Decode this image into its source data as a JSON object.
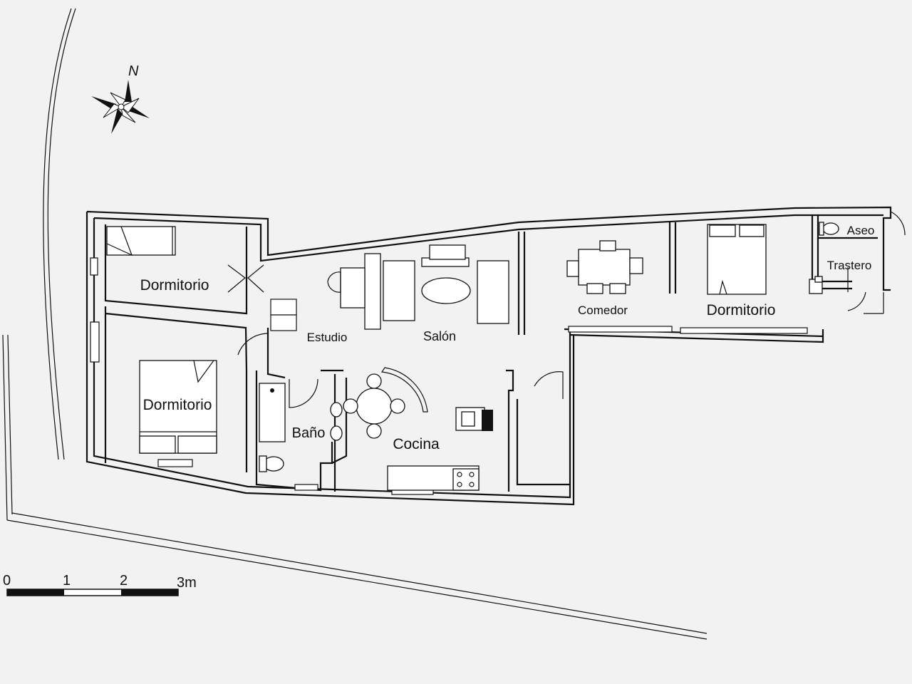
{
  "compass": {
    "north_label": "N"
  },
  "rooms": {
    "dormitorio_1": "Dormitorio",
    "dormitorio_2": "Dormitorio",
    "dormitorio_3": "Dormitorio",
    "estudio": "Estudio",
    "salon": "Salón",
    "comedor": "Comedor",
    "aseo": "Aseo",
    "trastero": "Trastero",
    "bano": "Baño",
    "cocina": "Cocina"
  },
  "scale_bar": {
    "ticks": [
      "0",
      "1",
      "2",
      "3m"
    ]
  }
}
